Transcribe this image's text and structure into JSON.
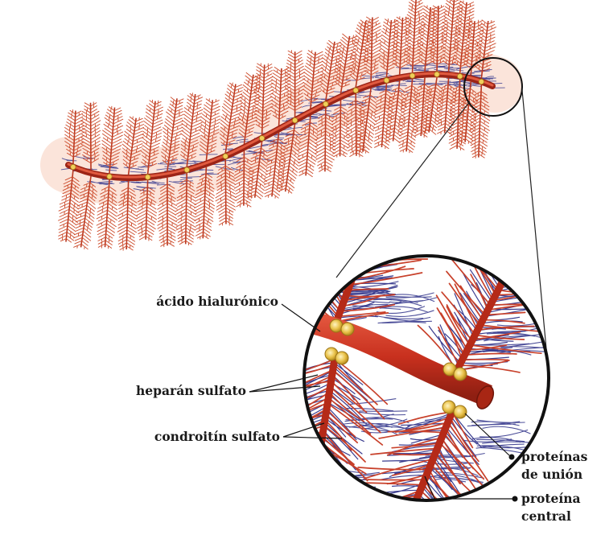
{
  "labels": {
    "hyaluronic": "ácido hialurónico",
    "heparan": "heparán sulfato",
    "chondroitin": "condroitín sulfato",
    "link_line1": "proteínas",
    "link_line2": "de unión",
    "core_line1": "proteína",
    "core_line2": "central"
  },
  "colors": {
    "hyaluronic_acid": "#c8301e",
    "gag_chains": "#cc4a2a",
    "heparan_strands": "#3b3d8f",
    "link_protein": "#e9c24a",
    "halo": "#fbe1d6",
    "line": "#222222"
  }
}
